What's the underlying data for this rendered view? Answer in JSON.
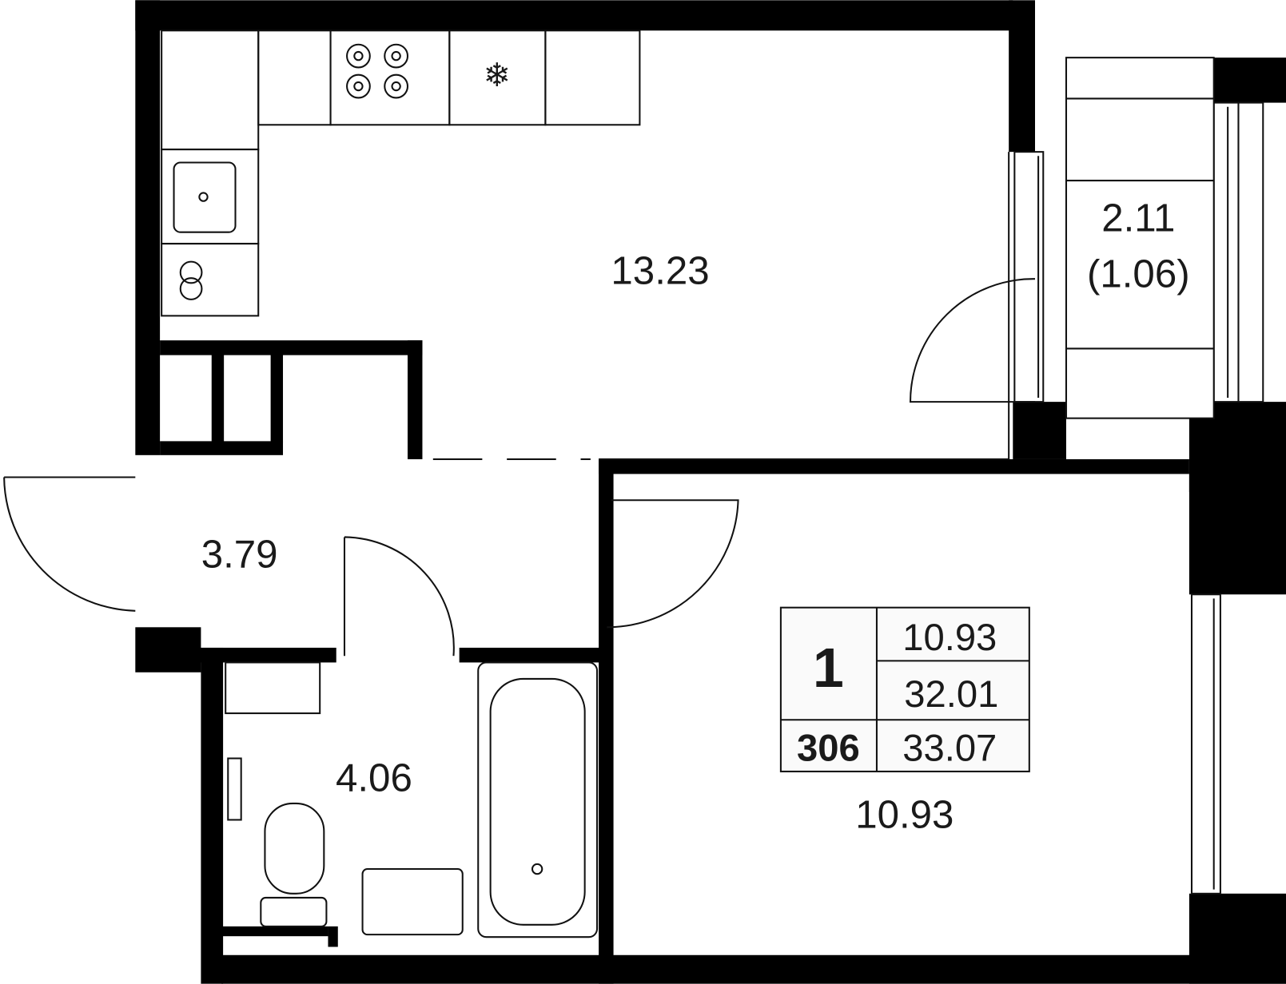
{
  "rooms": {
    "kitchen_living": "13.23",
    "balcony_area": "2.11",
    "balcony_reduced": "(1.06)",
    "hall": "3.79",
    "bathroom": "4.06",
    "bedroom": "10.93"
  },
  "info_box": {
    "rooms_count": "1",
    "apartment_number": "306",
    "living_area": "10.93",
    "area_without_balcony": "32.01",
    "total_area": "33.07"
  }
}
